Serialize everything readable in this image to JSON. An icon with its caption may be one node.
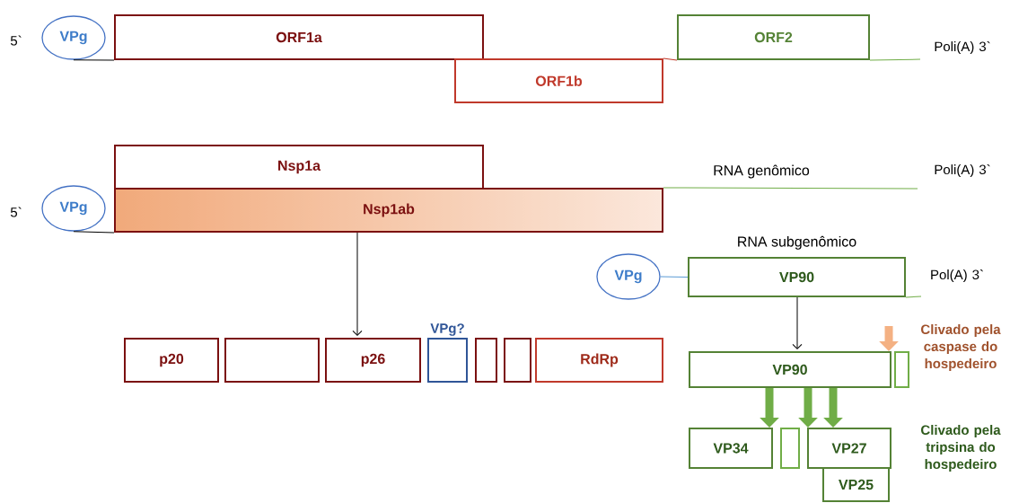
{
  "diagram": {
    "nodes": [
      {
        "text": [
          "VPg"
        ]
      },
      {
        "text": [
          "ORF1a"
        ]
      },
      {
        "text": [
          "ORF1b"
        ]
      },
      {
        "text": [
          "ORF2"
        ]
      },
      {
        "text": [
          "VPg"
        ]
      },
      {
        "text": [
          "Nsp1a"
        ]
      },
      {
        "text": [
          "Nsp1ab"
        ]
      },
      {
        "text": [
          "VPg"
        ]
      },
      {
        "text": [
          "VP90"
        ],
        "beside": [
          "RNA subgenômico"
        ]
      },
      {
        "text": [
          "p20"
        ]
      },
      {
        "text": [],
        "shape": "box"
      },
      {
        "text": [
          "p26"
        ]
      },
      {
        "text": [
          "VPg?"
        ]
      },
      {
        "text": [],
        "shape": "box"
      },
      {
        "text": [],
        "shape": "box"
      },
      {
        "text": [
          "RdRp"
        ]
      },
      {
        "text": [
          "VP90"
        ]
      },
      {
        "text": [],
        "shape": "box"
      },
      {
        "text": [
          "VP34"
        ]
      },
      {
        "text": [],
        "shape": "box"
      },
      {
        "text": [
          "VP27"
        ]
      },
      {
        "text": [
          "VP25"
        ]
      }
    ],
    "edges": [
      {
        "from": 0,
        "to": 1,
        "arrow": "none",
        "color": "#000000"
      },
      {
        "from": 2,
        "to": 3,
        "arrow": "none",
        "color": "#c0392b"
      },
      {
        "from": 3,
        "to": null,
        "arrow": "none",
        "color": "#70ad47"
      },
      {
        "from": 4,
        "to": 6,
        "arrow": "none",
        "color": "#000000"
      },
      {
        "from": 6,
        "to": null,
        "arrow": "none",
        "color": "#70ad47",
        "label": "RNA genômico"
      },
      {
        "from": 7,
        "to": 8,
        "arrow": "none",
        "color": "#5b9bd5"
      },
      {
        "from": 8,
        "to": null,
        "arrow": "none",
        "color": "#70ad47"
      },
      {
        "from": 6,
        "to": 11,
        "arrow": "to",
        "color": "#000000"
      },
      {
        "from": 8,
        "to": 16,
        "arrow": "to",
        "color": "#000000"
      },
      {
        "from": null,
        "to": 17,
        "arrow": "to",
        "style": "thick",
        "color": "#f4b183"
      },
      {
        "from": 16,
        "to": 18,
        "arrow": "to",
        "style": "thick",
        "color": "#70ad47"
      },
      {
        "from": 16,
        "to": 20,
        "arrow": "to",
        "style": "thick",
        "color": "#70ad47"
      },
      {
        "from": 16,
        "to": 20,
        "arrow": "to",
        "style": "thick",
        "color": "#70ad47"
      }
    ],
    "labels": [
      "5`",
      "Poli(A) 3`",
      "Poli(A) 3`",
      "5`",
      "Pol(A) 3`",
      "Clivado pela caspase do hospedeiro",
      "Clivado pela tripsina do hospedeiro"
    ]
  }
}
